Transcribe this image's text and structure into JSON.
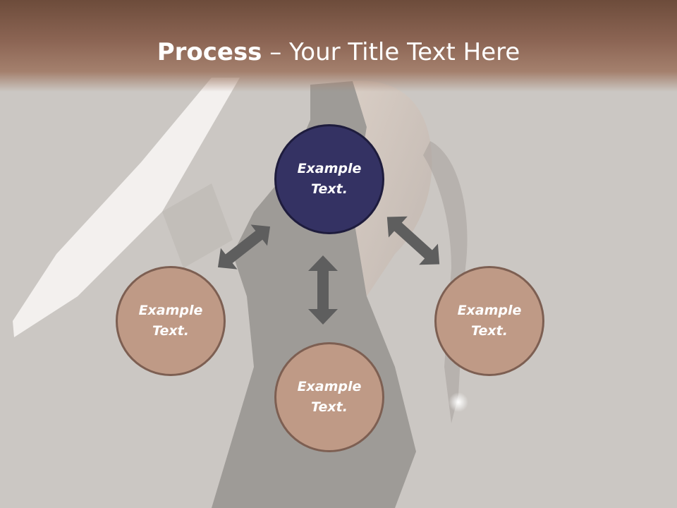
{
  "title": {
    "bold": "Process",
    "rest": " – Your Title Text Here"
  },
  "nodes": {
    "top": {
      "line1": "Example",
      "line2": "Text."
    },
    "left": {
      "line1": "Example",
      "line2": "Text."
    },
    "right": {
      "line1": "Example",
      "line2": "Text."
    },
    "bottom": {
      "line1": "Example",
      "line2": "Text."
    }
  },
  "colors": {
    "title_band": "#8c6554",
    "center_node": "#343263",
    "outer_node": "#bf9a86",
    "arrow": "#5e5e5e",
    "background": "#cbc7c3"
  }
}
